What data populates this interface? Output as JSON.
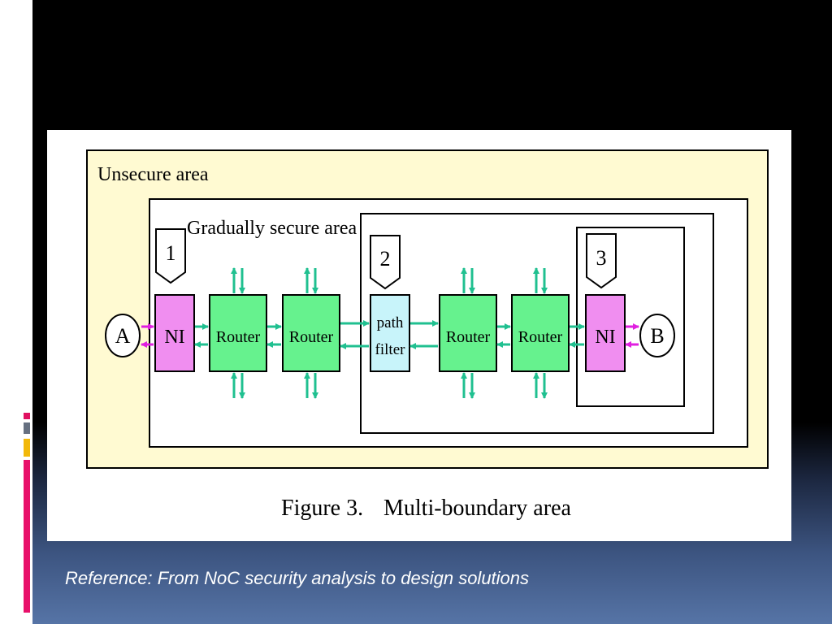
{
  "reference": "Reference: From NoC security analysis to design solutions",
  "diagram": {
    "unsecure_label": "Unsecure area",
    "gradual_label": "Gradually secure area",
    "zone_markers": [
      "1",
      "2",
      "3"
    ],
    "endpoints": {
      "a": "A",
      "b": "B"
    },
    "nodes": {
      "ni_left": "NI",
      "router_1": "Router",
      "router_2": "Router",
      "path_filter_line1": "path",
      "path_filter_line2": "filter",
      "router_3": "Router",
      "router_4": "Router",
      "ni_right": "NI"
    },
    "caption_label": "Figure 3.",
    "caption_title": "Multi-boundary area",
    "colors": {
      "router_fill": "#66f28e",
      "ni_fill": "#f08ef0",
      "filter_fill": "#c8f4fa",
      "unsecure_fill": "#fffad2",
      "arrow": "#20c090",
      "magenta_arrow": "#e020e0"
    }
  }
}
